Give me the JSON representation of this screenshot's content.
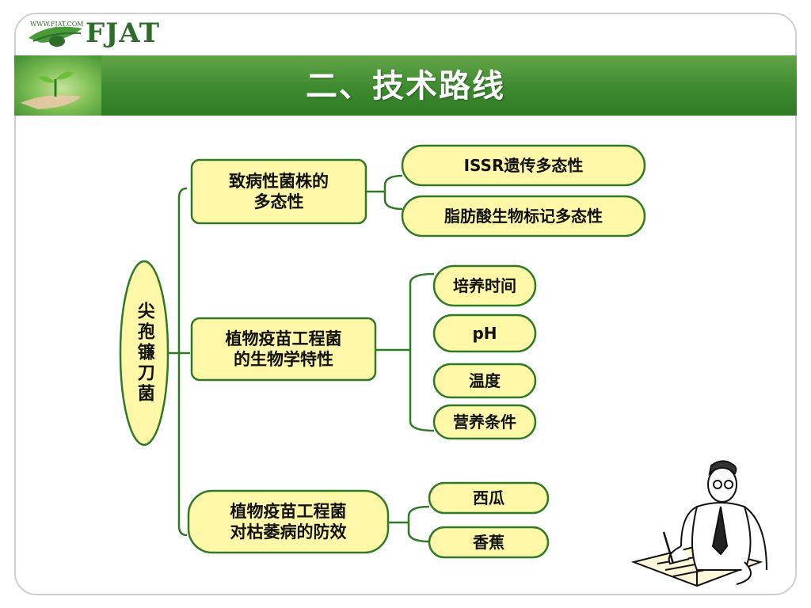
{
  "logo": {
    "site": "WWW.FJAT.COM",
    "brand": "FJAT"
  },
  "title": "二、技术路线",
  "diagram": {
    "root": "尖孢镰刀菌",
    "branches": [
      {
        "label": "致病性菌株的\n多态性",
        "children": [
          "ISSR遗传多态性",
          "脂肪酸生物标记多态性"
        ]
      },
      {
        "label": "植物疫苗工程菌\n的生物学特性",
        "children": [
          "培养时间",
          "pH",
          "温度",
          "营养条件"
        ]
      },
      {
        "label": "植物疫苗工程菌\n对枯萎病的防效",
        "children": [
          "西瓜",
          "香蕉"
        ]
      }
    ]
  },
  "colors": {
    "box_fill": "#fff8a8",
    "box_border": "#2f7a24",
    "connector": "#2f7a24",
    "banner": "#3d8a2f"
  }
}
